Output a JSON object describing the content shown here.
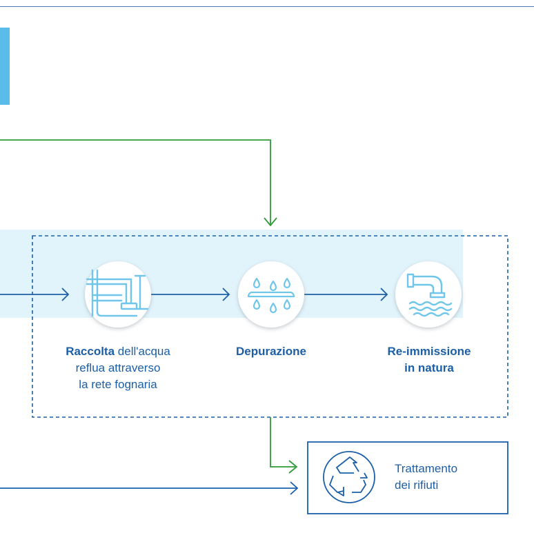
{
  "steps": [
    {
      "bold": "Raccolta",
      "rest_line1": " dell'acqua",
      "line2": "reflua attraverso",
      "line3": "la rete fognaria",
      "icon": "pipes-icon"
    },
    {
      "bold": "Depurazione",
      "icon": "water-drops-filter-icon"
    },
    {
      "bold_line1": "Re-immissione",
      "bold_line2": "in natura",
      "icon": "outflow-pipe-waves-icon"
    }
  ],
  "waste_box": {
    "line1": "Trattamento",
    "line2": "dei rifiuti",
    "icon": "recycle-icon"
  },
  "colors": {
    "blue": "#1b5fa8",
    "light_blue": "#e1f3fb",
    "icon_blue": "#6fc6ea",
    "green": "#2e9a36",
    "top_rule": "#4b78b4",
    "side_bar": "#58bde8"
  }
}
